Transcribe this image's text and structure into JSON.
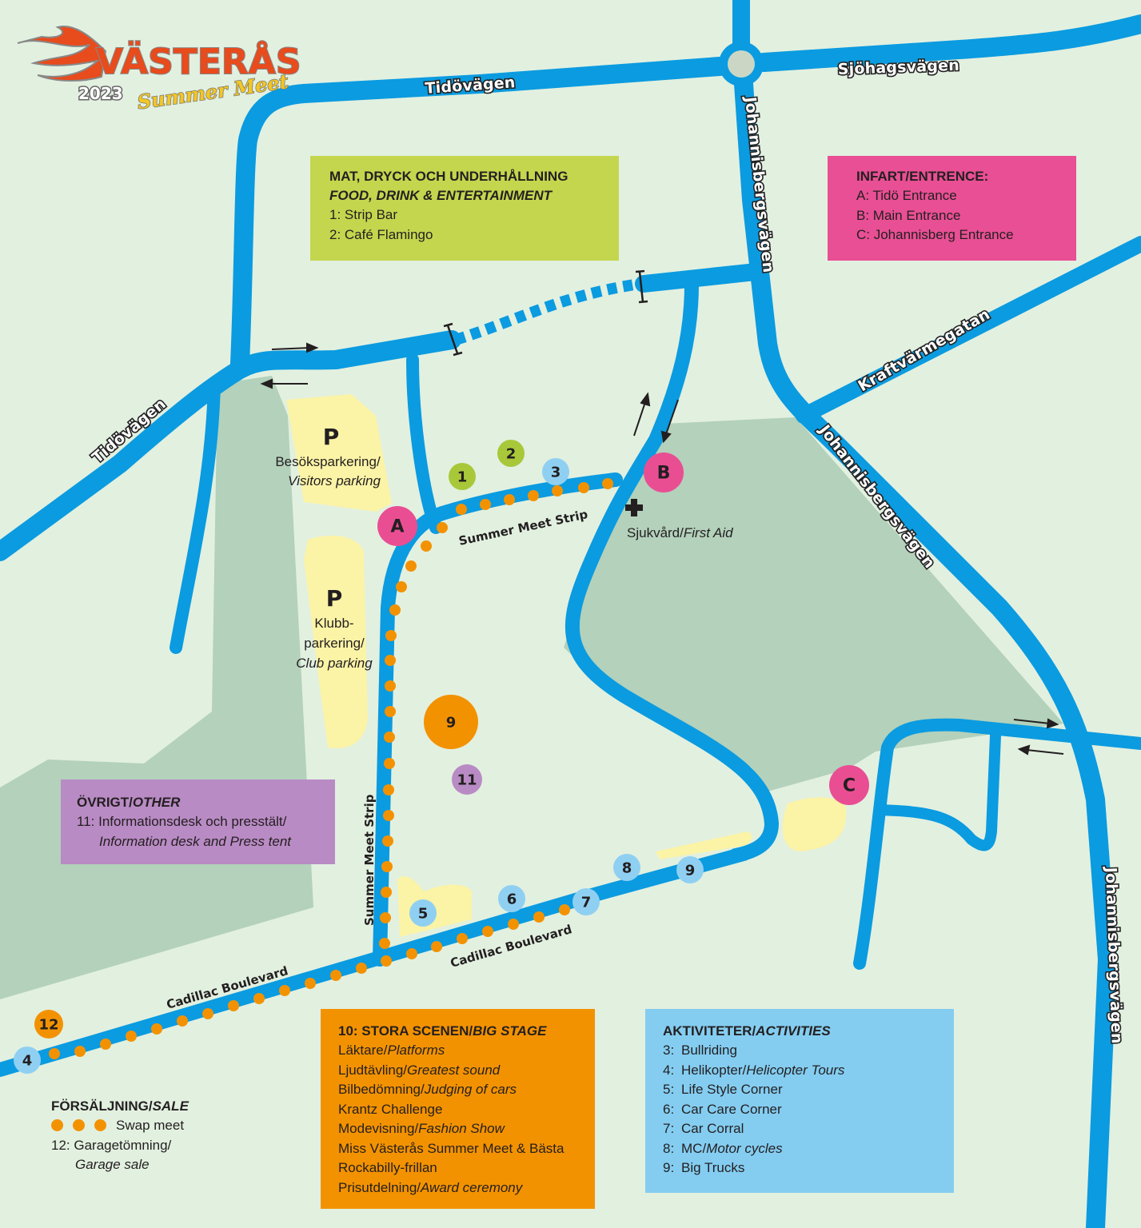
{
  "logo": {
    "title": "VÄSTERÅS",
    "year": "2023",
    "subtitle": "Summer Meet"
  },
  "colors": {
    "background": "#e2f0e0",
    "road": "#0b9be0",
    "green_area": "#b3d1bb",
    "parking": "#fbf3a6",
    "swap_meet": "#f39200",
    "food": "#a8c83a",
    "entrance": "#e94e93",
    "activity": "#8fd0f2",
    "other": "#b98bc4"
  },
  "roads": {
    "tidovagen_top": "Tidövägen",
    "tidovagen_left": "Tidövägen",
    "sjohagsvagen": "Sjöhagsvägen",
    "johannisbergsvagen_1": "Johannisbergsvägen",
    "johannisbergsvagen_2": "Johannisbergsvägen",
    "johannisbergsvagen_3": "Johannisbergsvägen",
    "kraftvarmegatan": "Kraftvärmegatan",
    "summer_meet_strip_1": "Summer Meet Strip",
    "summer_meet_strip_2": "Summer Meet Strip",
    "cadillac_boulevard_1": "Cadillac Boulevard",
    "cadillac_boulevard_2": "Cadillac Boulevard"
  },
  "parking": {
    "visitors": {
      "symbol": "P",
      "label_sv": "Besöksparkering/",
      "label_en": "Visitors parking"
    },
    "club": {
      "symbol": "P",
      "label_sv1": "Klubb-",
      "label_sv2": "parkering/",
      "label_en": "Club parking"
    }
  },
  "first_aid": {
    "label_sv": "Sjukvård/",
    "label_en": "First Aid"
  },
  "markers": {
    "A": "A",
    "B": "B",
    "C": "C",
    "m1": "1",
    "m2": "2",
    "m3": "3",
    "m4": "4",
    "m5": "5",
    "m6": "6",
    "m7": "7",
    "m8": "8",
    "m9": "9",
    "m9stage": "9",
    "m11": "11",
    "m12": "12"
  },
  "legend_food": {
    "title_sv": "MAT, DRYCK OCH UNDERHÅLLNING",
    "title_en": "FOOD, DRINK & ENTERTAINMENT",
    "items": [
      "1: Strip Bar",
      "2: Café Flamingo"
    ]
  },
  "legend_entrance": {
    "title": "INFART/ENTRENCE:",
    "items": [
      "A: Tidö Entrance",
      "B: Main Entrance",
      "C: Johannisberg Entrance"
    ]
  },
  "legend_other": {
    "title_sv": "ÖVRIGT/",
    "title_en": "OTHER",
    "item_sv": "11: Informationsdesk och presstält/",
    "item_en": "Information desk and Press tent"
  },
  "legend_stage": {
    "title_sv": "10: STORA SCENEN/",
    "title_en": "BIG STAGE",
    "items": [
      {
        "sv": "Läktare/",
        "en": "Platforms"
      },
      {
        "sv": "Ljudtävling/",
        "en": "Greatest sound"
      },
      {
        "sv": "Bilbedömning/",
        "en": "Judging of cars"
      },
      {
        "sv": "Krantz Challenge",
        "en": ""
      },
      {
        "sv": "Modevisning/",
        "en": "Fashion Show"
      },
      {
        "sv": "Miss Västerås Summer Meet & Bästa",
        "en": ""
      },
      {
        "sv": "Rockabilly-frillan",
        "en": ""
      },
      {
        "sv": "Prisutdelning/",
        "en": "Award ceremony"
      }
    ]
  },
  "legend_activities": {
    "title_sv": "AKTIVITETER/",
    "title_en": "ACTIVITIES",
    "items": [
      {
        "num": "3:",
        "sv": "Bullriding",
        "en": ""
      },
      {
        "num": "4:",
        "sv": "Helikopter/",
        "en": "Helicopter Tours"
      },
      {
        "num": "5:",
        "sv": "Life Style Corner",
        "en": ""
      },
      {
        "num": "6:",
        "sv": "Car Care Corner",
        "en": ""
      },
      {
        "num": "7:",
        "sv": "Car Corral",
        "en": ""
      },
      {
        "num": "8:",
        "sv": "MC/",
        "en": "Motor cycles"
      },
      {
        "num": "9:",
        "sv": "Big Trucks",
        "en": ""
      }
    ]
  },
  "legend_sale": {
    "title_sv": "FÖRSÄLJNING/",
    "title_en": "SALE",
    "swap_label": "Swap meet",
    "item_sv": "12: Garagetömning/",
    "item_en": "Garage sale"
  }
}
